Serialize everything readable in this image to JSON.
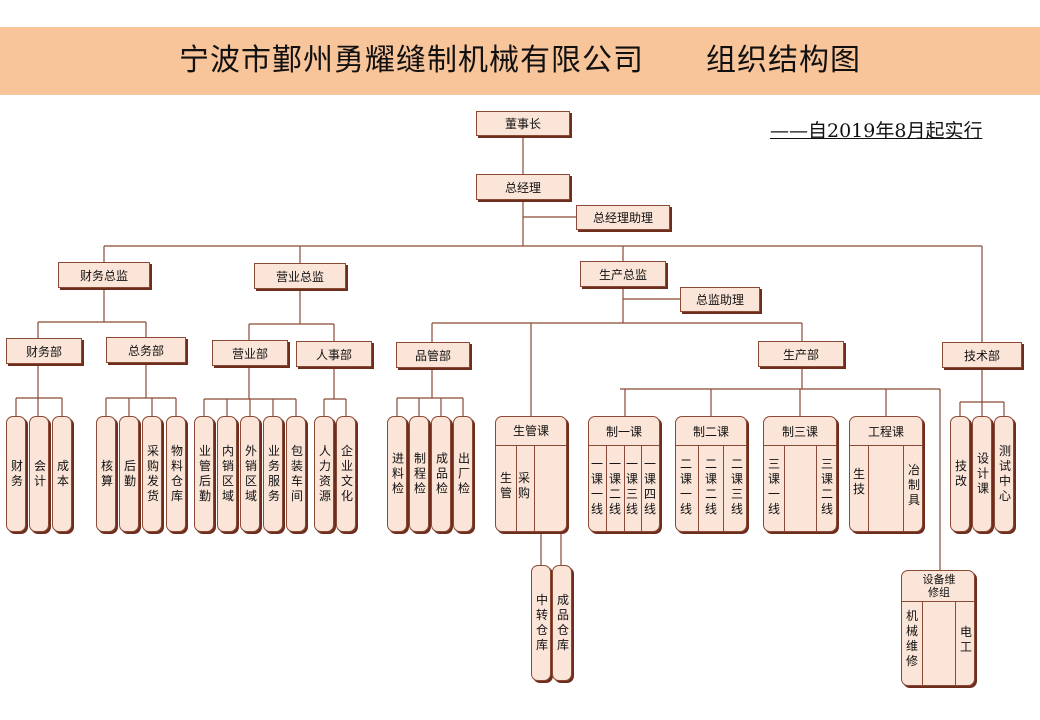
{
  "title": "宁波市鄞州勇耀缝制机械有限公司　　组织结构图",
  "subtitle": "——自2019年8月起实行",
  "colors": {
    "banner": "#f8c49a",
    "box_fill": "#fbe5d8",
    "box_border": "#8a4a35",
    "line": "#8a4a35"
  },
  "nodes": {
    "chairman": "董事长",
    "gm": "总经理",
    "gm_assistant": "总经理助理",
    "finance_director": "财务总监",
    "sales_director": "营业总监",
    "production_director": "生产总监",
    "director_assistant": "总监助理",
    "finance_dept": "财务部",
    "general_affairs_dept": "总务部",
    "sales_dept": "营业部",
    "hr_dept": "人事部",
    "qc_dept": "品管部",
    "production_dept": "生产部",
    "tech_dept": "技术部",
    "prod_mgmt": "生管课",
    "section1": "制一课",
    "section2": "制二课",
    "section3": "制三课",
    "engineering": "工程课",
    "maintenance": "设备维修组"
  },
  "leaves": {
    "finance": [
      "财务",
      "会计",
      "成本"
    ],
    "general_affairs": [
      "核算",
      "后勤",
      "采购发货",
      "物料仓库"
    ],
    "sales": [
      "业管后勤",
      "内销区域",
      "外销区域",
      "业务服务",
      "包装车间"
    ],
    "hr": [
      "人力资源",
      "企业文化"
    ],
    "qc": [
      "进料检",
      "制程检",
      "成品检",
      "出厂检"
    ],
    "prod_mgmt": [
      "生管",
      "采购"
    ],
    "warehouse": [
      "中转仓库",
      "成品仓库"
    ],
    "section1": [
      "一课一线",
      "一课二线",
      "一课三线",
      "一课四线"
    ],
    "section2": [
      "二课一线",
      "二课二线",
      "二课三线"
    ],
    "section3": [
      "三课一线",
      "三课二线"
    ],
    "engineering": [
      "生技",
      "冶制具"
    ],
    "tech": [
      "技改",
      "设计课",
      "测试中心"
    ],
    "maintenance": [
      "机械维修",
      "电工"
    ]
  }
}
